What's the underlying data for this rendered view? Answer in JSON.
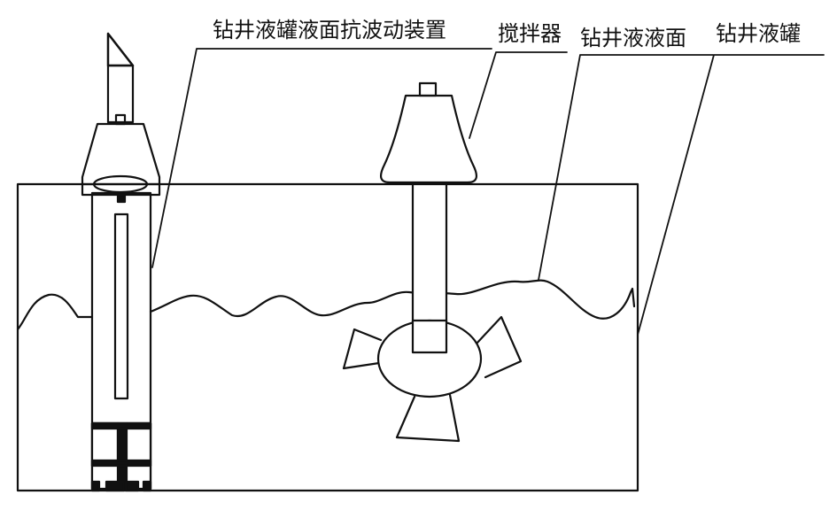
{
  "labels": {
    "device": "钻井液罐液面抗波动装置",
    "stirrer": "搅拌器",
    "liquid_surface": "钻井液液面",
    "tank": "钻井液罐"
  },
  "colors": {
    "line": "#111111",
    "background": "#ffffff"
  }
}
